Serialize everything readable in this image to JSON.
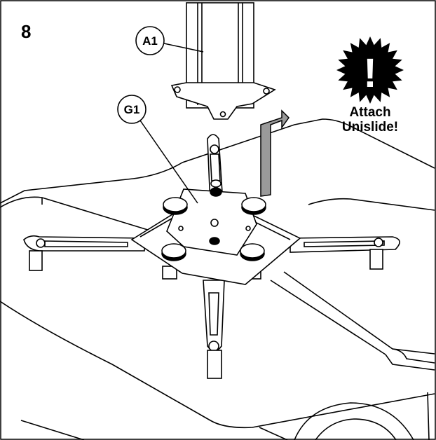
{
  "step": {
    "number": "8"
  },
  "callouts": [
    {
      "id": "a1",
      "label": "A1"
    },
    {
      "id": "g1",
      "label": "G1"
    }
  ],
  "warning": {
    "symbol": "!",
    "line1": "Attach",
    "line2": "Unislide!",
    "icon": "exclamation-starburst-icon"
  },
  "colors": {
    "line": "#000000",
    "background": "#ffffff",
    "arrow": "#9a9a9a",
    "knob": "#000000"
  }
}
